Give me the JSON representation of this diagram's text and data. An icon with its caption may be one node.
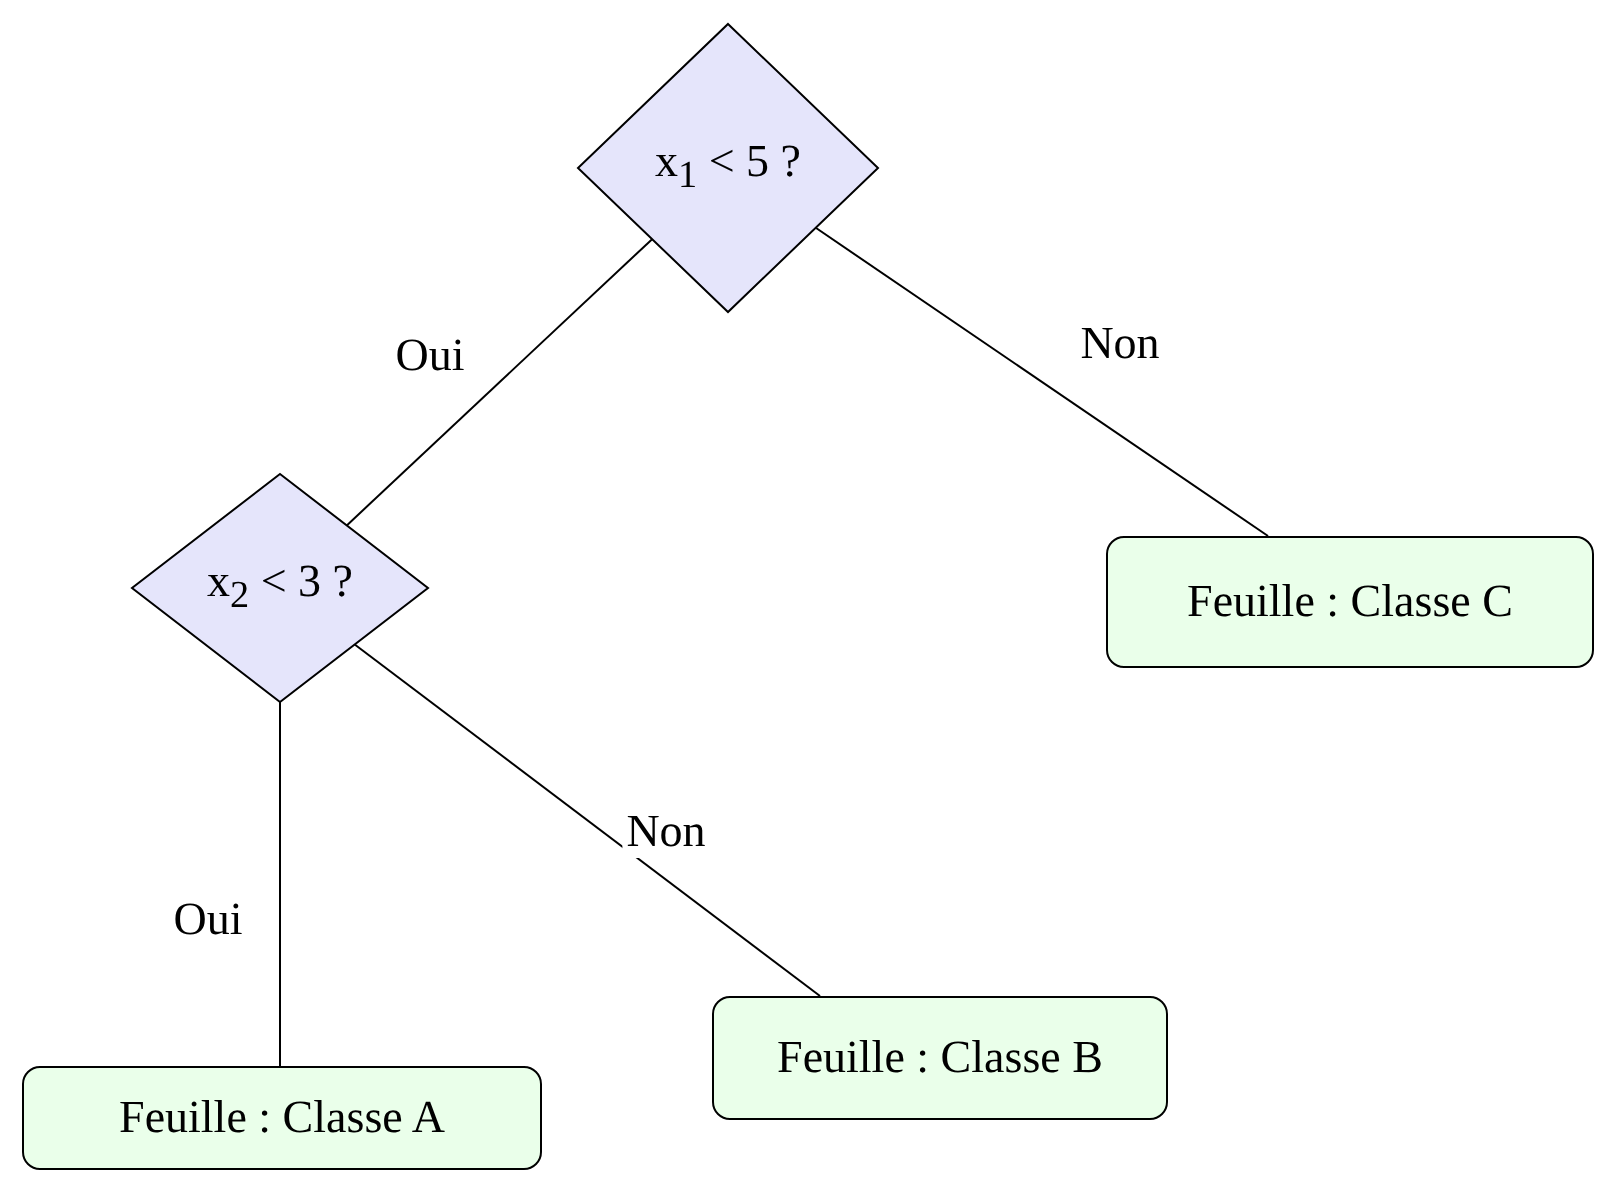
{
  "diagram": {
    "nodes": [
      {
        "text": [
          "x$_{1}$ < 5 ?"
        ]
      },
      {
        "text": [
          "x$_{2}$ < 3 ?"
        ]
      },
      {
        "text": [
          "Feuille : Classe C"
        ]
      },
      {
        "text": [
          "Feuille : Classe B"
        ]
      },
      {
        "text": [
          "Feuille : Classe A"
        ]
      }
    ],
    "edges": [
      {
        "from": 0,
        "to": 1,
        "arrow": "none",
        "label": "Oui"
      },
      {
        "from": 0,
        "to": 2,
        "arrow": "none",
        "label": "Non"
      },
      {
        "from": 1,
        "to": 4,
        "arrow": "none",
        "label": "Oui"
      },
      {
        "from": 1,
        "to": 3,
        "arrow": "none",
        "label": "Non"
      }
    ]
  }
}
